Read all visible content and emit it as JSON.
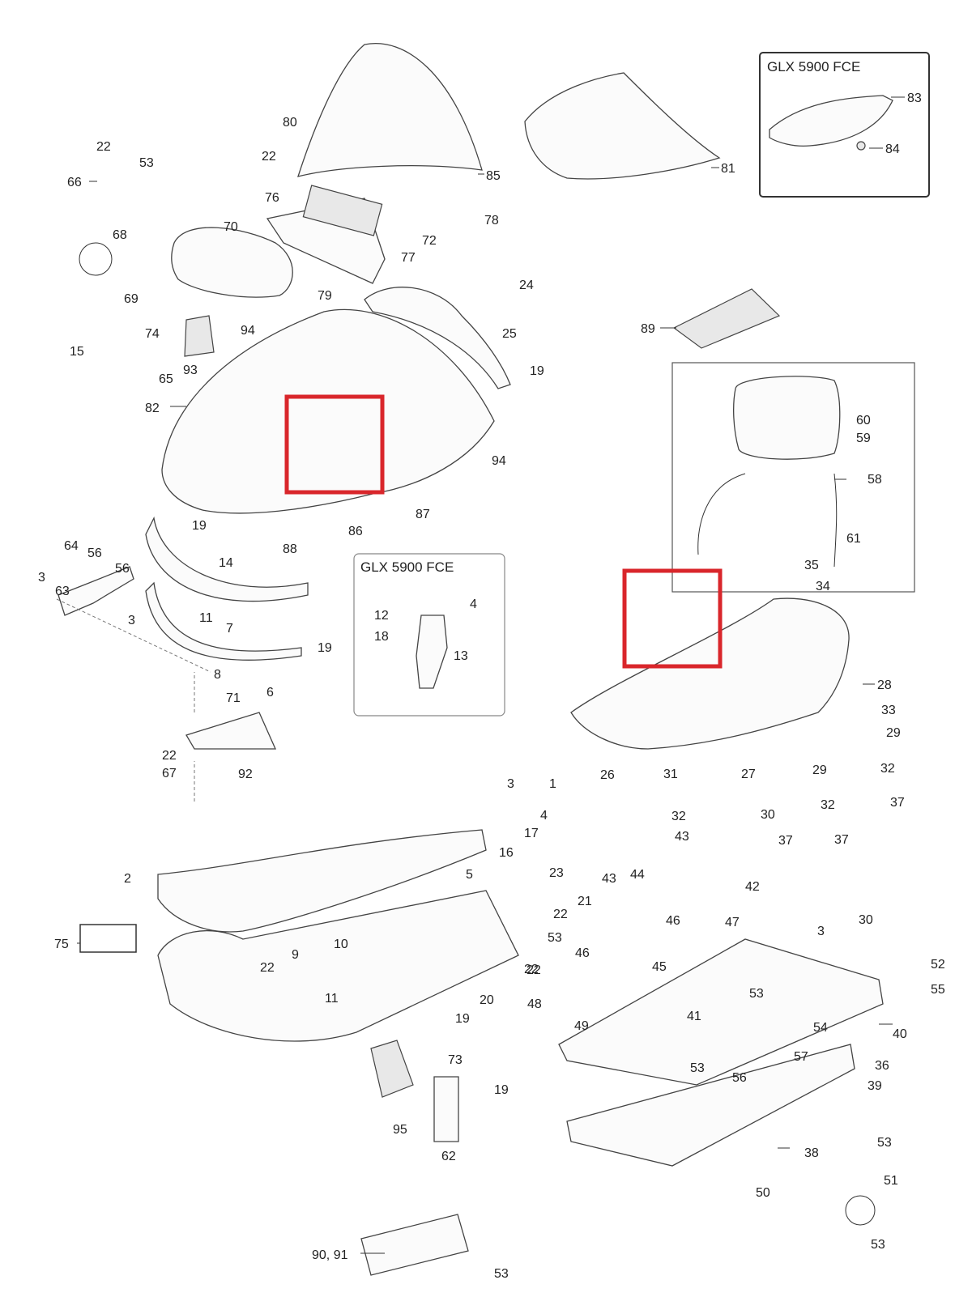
{
  "boxes": {
    "top_right_title": "GLX 5900 FCE",
    "middle_title": "GLX 5900 FCE"
  },
  "highlight_color": "#d9262b",
  "labels": {
    "c1": "22",
    "c2": "53",
    "c3": "66",
    "c4": "68",
    "c5": "69",
    "c6": "15",
    "c7": "80",
    "c8": "22",
    "c9": "85",
    "c10": "76",
    "c11": "72",
    "c12": "77",
    "c13": "78",
    "c14": "81",
    "c15": "83",
    "c16": "84",
    "c17": "70",
    "c18": "79",
    "c19": "24",
    "c20": "25",
    "c21": "74",
    "c22": "93",
    "c23": "94",
    "c24": "65",
    "c25": "82",
    "c26": "19",
    "c27": "94",
    "c28": "87",
    "c29": "86",
    "c30": "88",
    "c31": "89",
    "c32": "60",
    "c33": "59",
    "c34": "58",
    "c35": "61",
    "c36": "35",
    "c37": "34",
    "c38": "19",
    "c39": "14",
    "c40": "64",
    "c41": "56",
    "c42": "56",
    "c43": "3",
    "c44": "63",
    "c45": "3",
    "c46": "11",
    "c47": "7",
    "c48": "19",
    "c49": "8",
    "c50": "6",
    "c51": "71",
    "c52": "22",
    "c53": "67",
    "c54": "92",
    "c55": "12",
    "c56": "4",
    "c57": "18",
    "c58": "13",
    "c59": "28",
    "c60": "33",
    "c61": "29",
    "c62": "32",
    "c63": "37",
    "c64": "29",
    "c65": "32",
    "c66": "37",
    "c67": "26",
    "c68": "31",
    "c69": "27",
    "c70": "32",
    "c71": "30",
    "c72": "37",
    "c73": "3",
    "c74": "1",
    "c75": "4",
    "c76": "17",
    "c77": "16",
    "c78": "2",
    "c79": "5",
    "c80": "23",
    "c81": "21",
    "c82": "22",
    "c83": "53",
    "c84": "75",
    "c85": "10",
    "c86": "9",
    "c87": "22",
    "c88": "11",
    "c89": "20",
    "c90": "22",
    "c91": "19",
    "c92": "43",
    "c93": "43",
    "c94": "44",
    "c95": "42",
    "c96": "46",
    "c97": "47",
    "c98": "46",
    "c99": "45",
    "c100": "22",
    "c101": "48",
    "c102": "49",
    "c103": "3",
    "c104": "30",
    "c105": "52",
    "c106": "55",
    "c107": "53",
    "c108": "41",
    "c109": "54",
    "c110": "40",
    "c111": "53",
    "c112": "57",
    "c113": "56",
    "c114": "36",
    "c115": "39",
    "c116": "38",
    "c117": "50",
    "c118": "73",
    "c119": "19",
    "c120": "95",
    "c121": "62",
    "c122": "90, 91",
    "c123": "53",
    "c124": "53",
    "c125": "51",
    "c126": "53"
  }
}
